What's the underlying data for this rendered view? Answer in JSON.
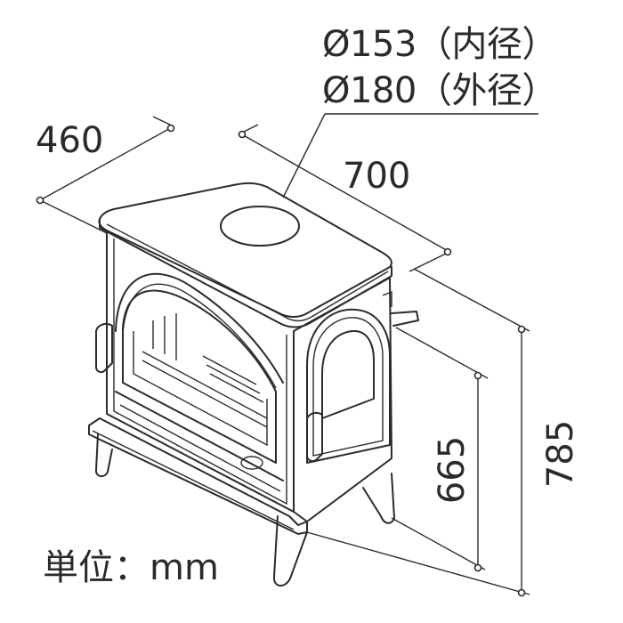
{
  "labels": {
    "depth": "460",
    "width": "700",
    "flue_inner": "Ø153（内径）",
    "flue_outer": "Ø180（外径）",
    "flue_height": "665",
    "total_height": "785",
    "unit": "単位：mm"
  }
}
